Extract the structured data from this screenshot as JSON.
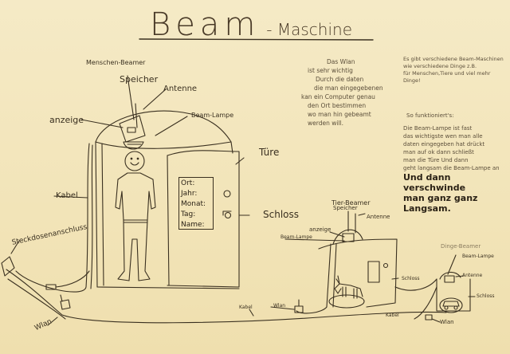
{
  "title": {
    "main": "Beam",
    "suffix": "- Maschine"
  },
  "human_beamer": {
    "heading": "Menschen-Beamer",
    "labels": {
      "speicher": "Speicher",
      "antenne": "Antenne",
      "anzeige": "anzeige",
      "beam_lampe": "Beam-Lampe",
      "tuere": "Türe",
      "schloss": "Schloss",
      "kabel": "Kabel",
      "steckdose": "Steckdosenanschluss",
      "wlan": "Wlan"
    },
    "form_fields": [
      "Ort:",
      "Jahr:",
      "Monat:",
      "Tag:",
      "Name:"
    ]
  },
  "animal_beamer": {
    "heading": "Tier-Beamer",
    "labels": {
      "speicher": "Speicher",
      "antenne": "Antenne",
      "anzeige": "anzeige",
      "beam_lampe": "Beam-Lampe",
      "schloss": "Schloss",
      "kabel": "Kabel",
      "wlan": "Wlan"
    }
  },
  "thing_beamer": {
    "heading": "Dinge-Beamer",
    "labels": {
      "beam_lampe": "Beam-Lampe",
      "antenne": "Antenne",
      "schloss": "Schloss",
      "kabel": "Kabel",
      "wlan": "Wlan"
    }
  },
  "notes": {
    "wlan_note": [
      "Das Wlan",
      "ist sehr wichtig",
      "Durch die daten",
      "die man eingegebenen",
      "kan ein Computer genau",
      "den Ort bestimmen",
      "wo man hin gebeamt",
      "werden will."
    ],
    "types_note": [
      "Es gibt verschiedene Beam-Maschinen",
      "wie verschiedene Dinge z.B.",
      "für Menschen,Tiere und viel mehr",
      "Dinge!"
    ],
    "how_heading": "So funktioniert's:",
    "how_lines": [
      "Die Beam-Lampe ist fast",
      "das wichtigste wen man alle",
      "daten eingegeben hat drückt",
      "man auf ok dann schließt",
      "man die Türe Und dann",
      "geht langsam die Beam-Lampe an"
    ],
    "how_strong": [
      "Und dann verschwinde",
      "man ganz ganz",
      "Langsam."
    ]
  },
  "colors": {
    "paper": "#f3e7bf",
    "ink": "#3a3020"
  }
}
